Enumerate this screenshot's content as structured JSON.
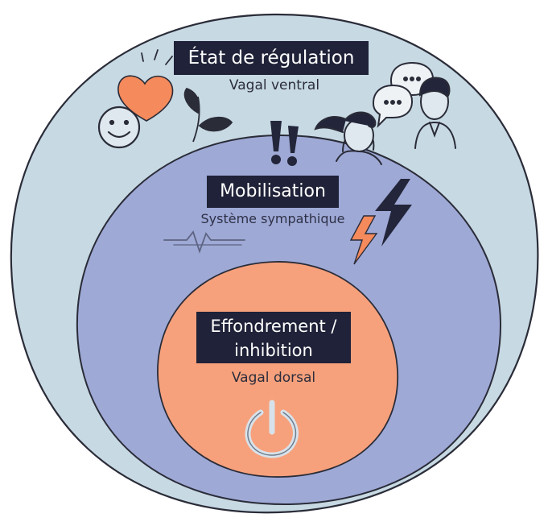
{
  "outer": {
    "title": "État de régulation",
    "subtitle": "Vagal ventral"
  },
  "middle": {
    "title": "Mobilisation",
    "subtitle": "Système sympathique"
  },
  "inner": {
    "title_line1": "Effondrement /",
    "title_line2": "inhibition",
    "subtitle": "Vagal dorsal"
  },
  "colors": {
    "outer_fill": "#c7d9e3",
    "middle_fill": "#9ea9d6",
    "inner_fill": "#f7a17c",
    "label_bg": "#1f2238",
    "accent_orange": "#f58a5c",
    "bolt_dark": "#23263a",
    "stroke": "#2a2c38"
  },
  "icons": [
    "heart-icon",
    "smiley-icon",
    "leaf-icon",
    "person-ponytail-icon",
    "person-man-icon",
    "speech-bubble-icon",
    "exclamation-icon",
    "lightning-bolt-icon",
    "heartbeat-line-icon",
    "power-icon"
  ]
}
